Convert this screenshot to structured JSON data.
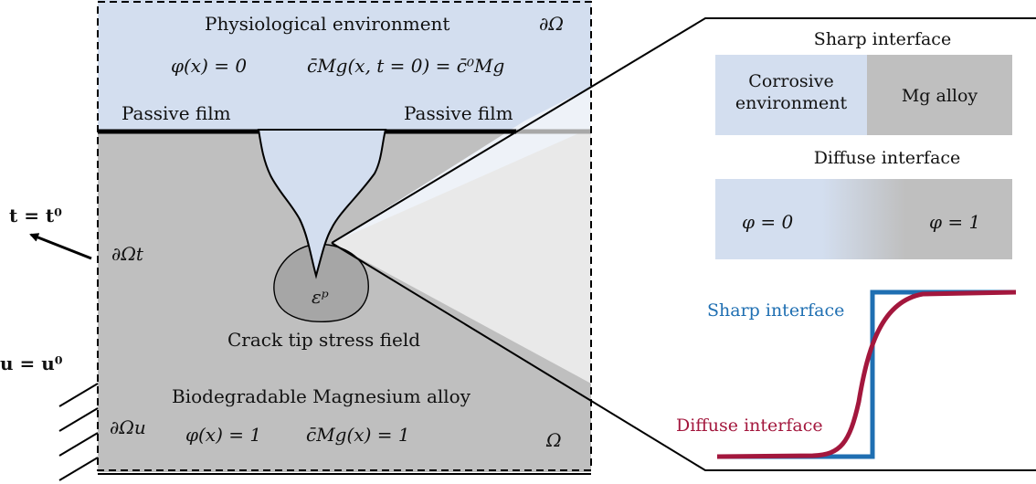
{
  "domain_boundary_label": "∂Ω",
  "domain_label": "Ω",
  "environment": {
    "title": "Physiological environment",
    "phi_eq": "φ(x) = 0",
    "conc_eq": "c̄Mg(x, t = 0) = c̄⁰Mg"
  },
  "film": {
    "left_label": "Passive film",
    "right_label": "Passive film"
  },
  "crack": {
    "strain_label": "εᵖ",
    "stress_field_label": "Crack tip stress field"
  },
  "alloy": {
    "title": "Biodegradable Magnesium alloy",
    "phi_eq": "φ(x) = 1",
    "conc_eq": "c̄Mg(x) = 1"
  },
  "boundary": {
    "traction_eq": "t = t⁰",
    "traction_boundary": "∂Ωt",
    "disp_eq": "u = u⁰",
    "disp_boundary": "∂Ωu"
  },
  "zoom": {
    "sharp_title": "Sharp interface",
    "corrosive_label_1": "Corrosive",
    "corrosive_label_2": "environment",
    "alloy_label": "Mg alloy",
    "diffuse_title": "Diffuse interface",
    "phi0_label": "φ = 0",
    "phi1_label": "φ = 1"
  },
  "profile_chart": {
    "sharp_label": "Sharp interface",
    "diffuse_label": "Diffuse interface"
  },
  "colors": {
    "environment": "#d3deef",
    "alloy": "#bfbfbf",
    "stress_zone": "#a6a6a6",
    "sharp_curve": "#1f6fb2",
    "diffuse_curve": "#a3173d",
    "film": "#000000"
  }
}
